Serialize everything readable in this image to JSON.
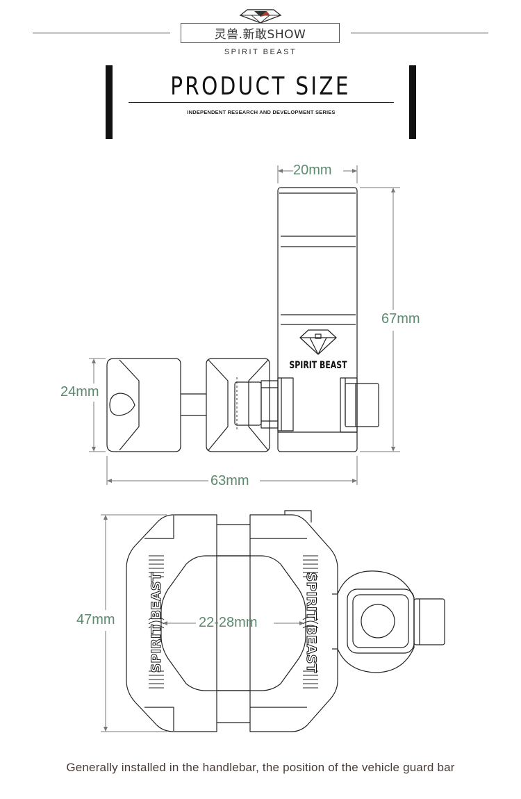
{
  "header": {
    "brand_title": "灵兽.新敢SHOW",
    "brand_subtitle": "SPIRIT BEAST",
    "section_title": "PRODUCT SIZE",
    "section_subtitle": "INDEPENDENT RESEARCH AND DEVELOPMENT SERIES"
  },
  "drawing": {
    "logo_text": "SPIRIT BEAST",
    "clamp_label_left": "SPIRIT BEAST",
    "clamp_label_right": "SPIRIT BEAST"
  },
  "dimensions": {
    "width_top": "20mm",
    "height_top": "67mm",
    "knob_height": "24mm",
    "total_width": "63mm",
    "clamp_height": "47mm",
    "bar_diameter": "22-28mm"
  },
  "caption": "Generally installed in the handlebar, the position of the vehicle guard bar",
  "colors": {
    "dimension_text": "#5b8a6e",
    "line": "#222222",
    "logo_red": "#b03a2e"
  }
}
